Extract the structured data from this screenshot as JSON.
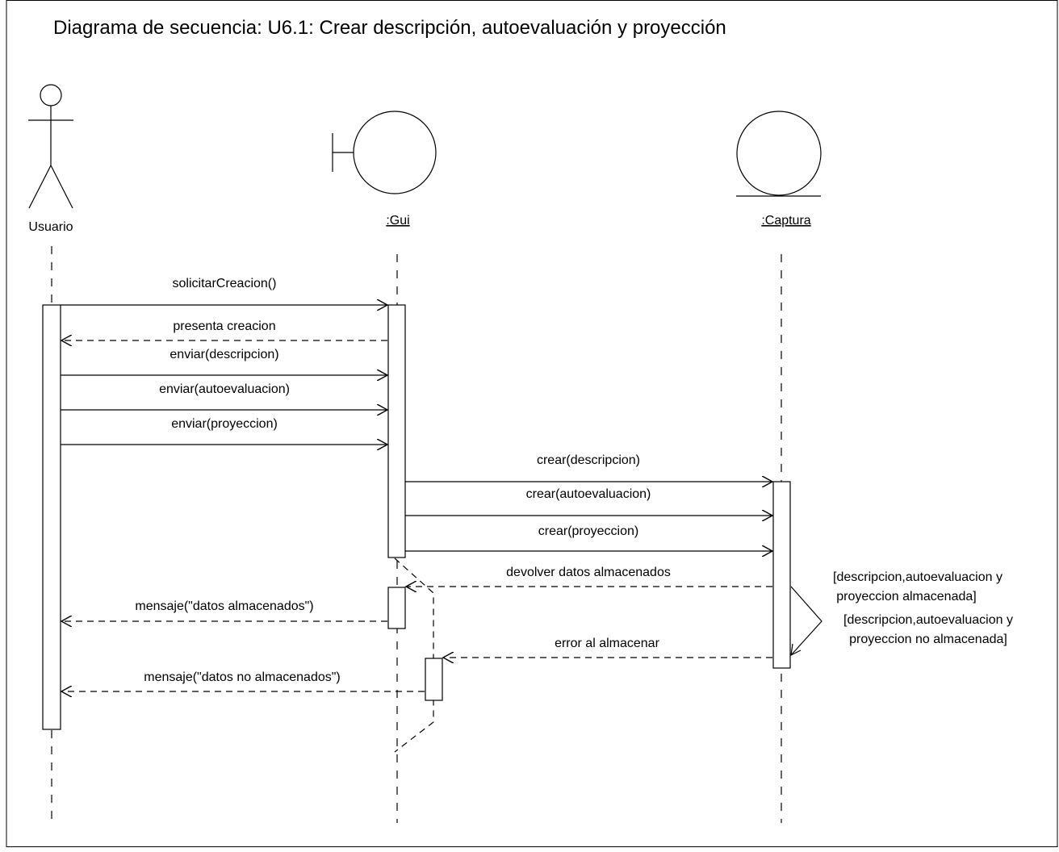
{
  "title": "Diagrama de secuencia: U6.1: Crear descripción, autoevaluación y proyección",
  "participants": {
    "usuario": "Usuario",
    "gui": ":Gui",
    "captura": ":Captura"
  },
  "messages": [
    {
      "label": "solicitarCreacion()",
      "type": "sync"
    },
    {
      "label": "presenta creacion",
      "type": "return"
    },
    {
      "label": "enviar(descripcion)",
      "type": "sync"
    },
    {
      "label": "enviar(autoevaluacion)",
      "type": "sync"
    },
    {
      "label": "enviar(proyeccion)",
      "type": "sync"
    },
    {
      "label": "crear(descripcion)",
      "type": "sync"
    },
    {
      "label": "crear(autoevaluacion)",
      "type": "sync"
    },
    {
      "label": "crear(proyeccion)",
      "type": "sync"
    },
    {
      "label": "devolver datos almacenados",
      "type": "return"
    },
    {
      "label": "mensaje(\"datos almacenados\")",
      "type": "return"
    },
    {
      "label": "error al almacenar",
      "type": "return"
    },
    {
      "label": "mensaje(\"datos no almacenados\")",
      "type": "return"
    }
  ],
  "guards": {
    "stored_line1": "[descripcion,autoevaluacion y",
    "stored_line2": "proyeccion almacenada]",
    "not_stored_line1": "[descripcion,autoevaluacion y",
    "not_stored_line2": "proyeccion no almacenada]"
  }
}
